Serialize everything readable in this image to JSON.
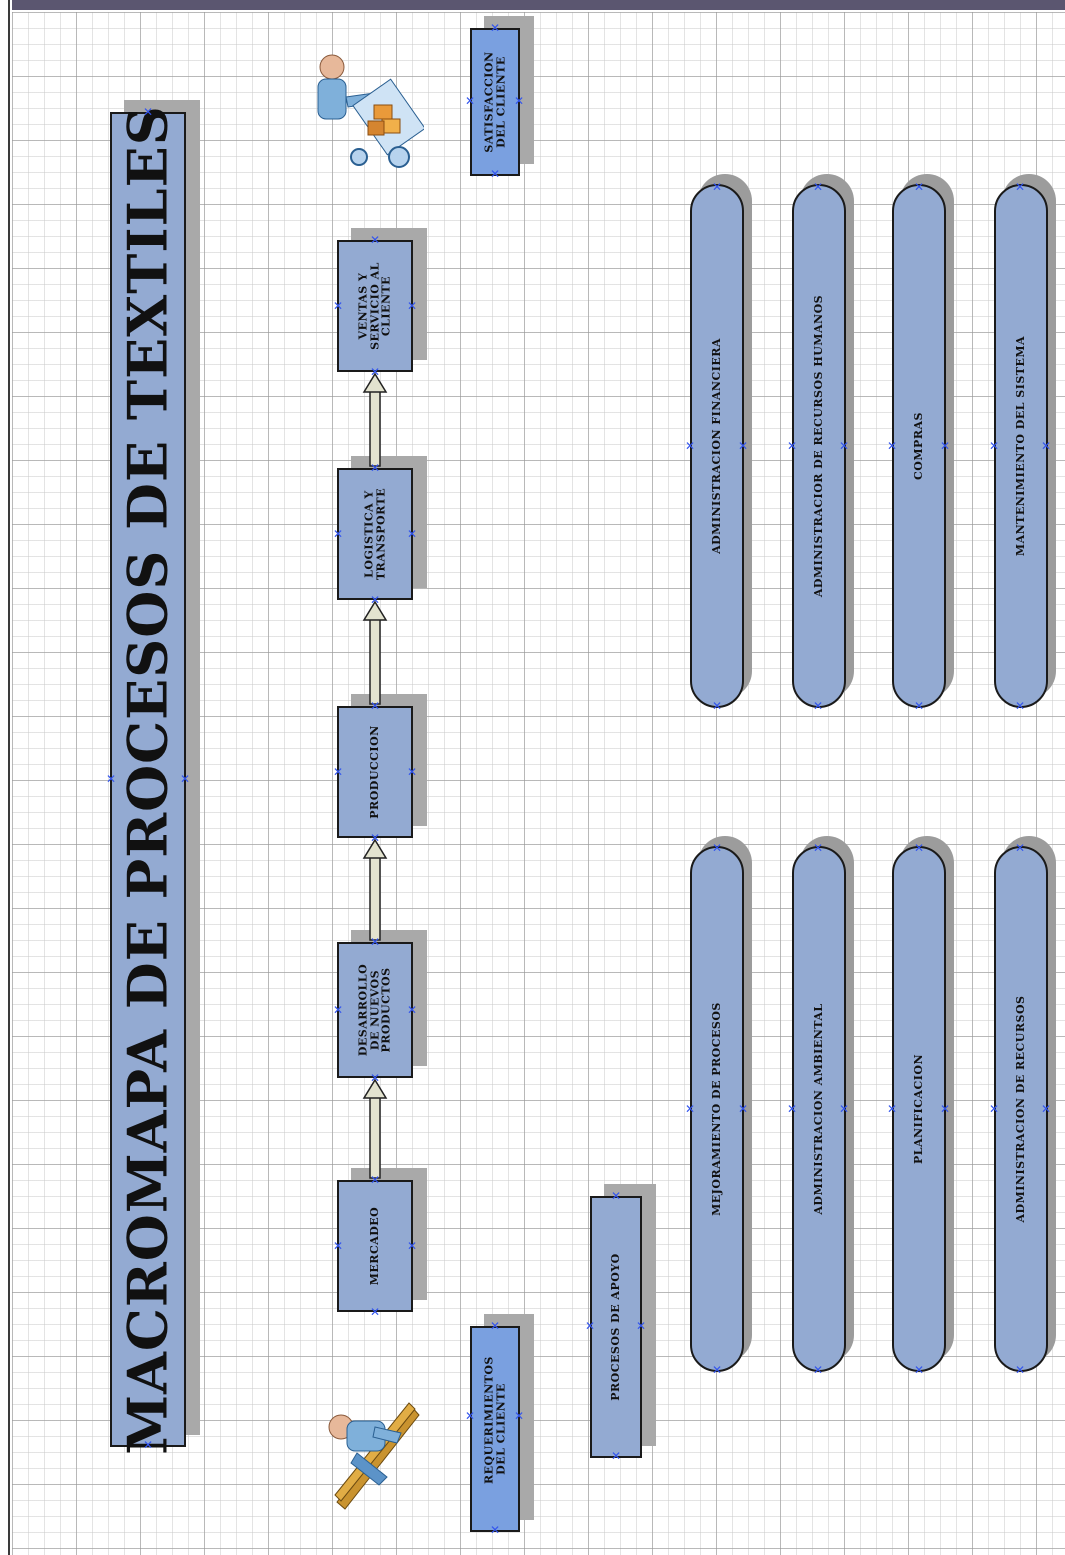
{
  "diagram": {
    "title": "MACROMAPA DE PROCESOS DE TEXTILES",
    "inputs": {
      "requirements": "REQUERIMIENTOS DEL CLIENTE",
      "satisfaction": "SATISFACCION DEL CLIENTE"
    },
    "main_processes": [
      "MERCADEO",
      "DESARROLLO DE NUEVOS PRODUCTOS",
      "PRODUCCION",
      "LOGISTICA Y TRANSPORTE",
      "VENTAS Y SERVICIO AL CLIENTE"
    ],
    "support_header": "PROCESOS DE APOYO",
    "support_processes": [
      "ADMINISTRACION FINANCIERA",
      "MEJORAMIENTO DE PROCESOS",
      "ADMINISTRACIOR DE RECURSOS HUMANOS",
      "ADMINISTRACION AMBIENTAL",
      "COMPRAS",
      "PLANIFICACION",
      "MANTENIMIENTO DEL SISTEMA",
      "ADMINISTRACION DE RECURSOS"
    ],
    "icons": [
      "customer-requirements-icon",
      "customer-delivery-icon",
      "selection-handle-icon"
    ],
    "colors": {
      "shape_fill": "#93aad2",
      "highlight_fill": "#1f5fc7",
      "shadow": "#a9a9a9",
      "handle": "#3355ee"
    }
  }
}
